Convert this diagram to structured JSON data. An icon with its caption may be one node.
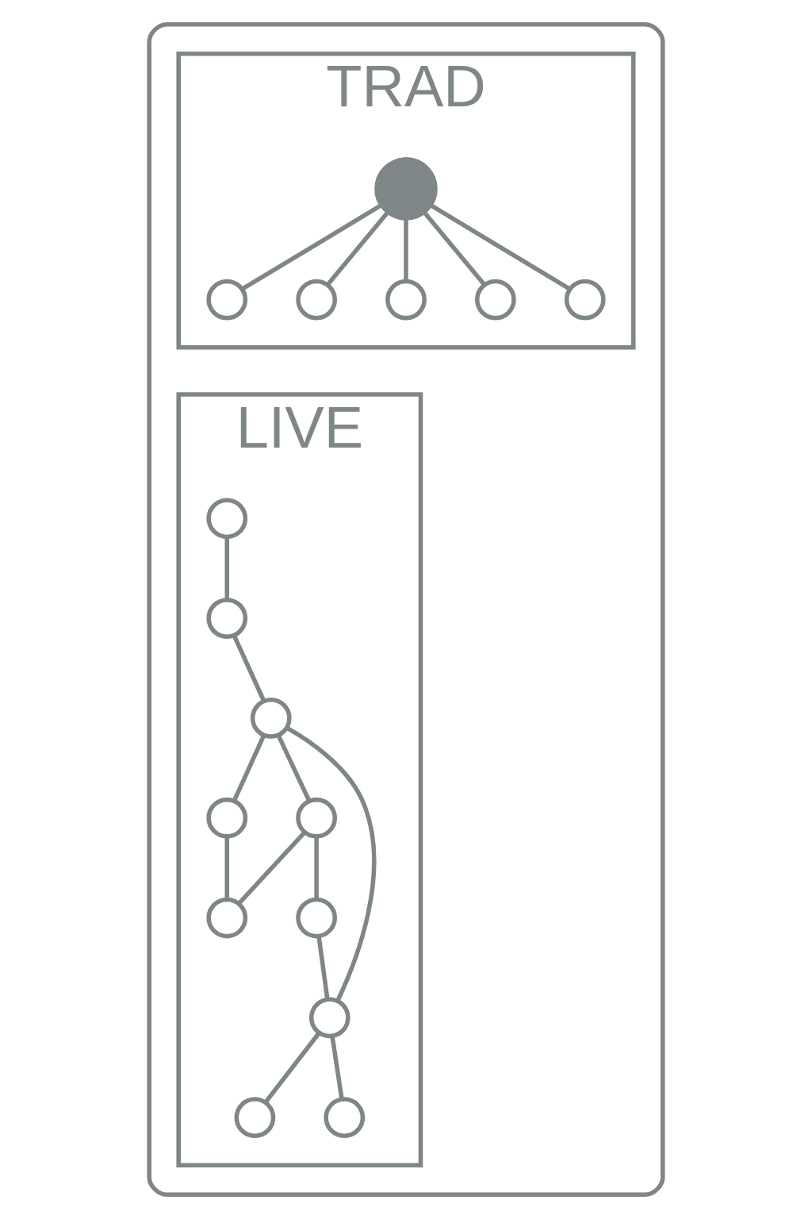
{
  "diagram": {
    "nodes": [
      {
        "text": [],
        "shape": "box"
      },
      {
        "text": [
          "TRAD"
        ],
        "in": 0
      },
      {
        "text": [
          "LIVE"
        ],
        "in": 0
      },
      {
        "text": [],
        "shape": "circle",
        "in": 1
      },
      {
        "text": [],
        "shape": "circle",
        "in": 1
      },
      {
        "text": [],
        "shape": "circle",
        "in": 1
      },
      {
        "text": [],
        "shape": "circle",
        "in": 1
      },
      {
        "text": [],
        "shape": "circle",
        "in": 1
      },
      {
        "text": [],
        "shape": "circle",
        "in": 1
      },
      {
        "text": [],
        "shape": "circle",
        "in": 2
      },
      {
        "text": [],
        "shape": "circle",
        "in": 2
      },
      {
        "text": [],
        "shape": "circle",
        "in": 2
      },
      {
        "text": [],
        "shape": "circle",
        "in": 2
      },
      {
        "text": [],
        "shape": "circle",
        "in": 2
      },
      {
        "text": [],
        "shape": "circle",
        "in": 2
      },
      {
        "text": [],
        "shape": "circle",
        "in": 2
      },
      {
        "text": [],
        "shape": "circle",
        "in": 2
      },
      {
        "text": [],
        "shape": "circle",
        "in": 2
      },
      {
        "text": [],
        "shape": "circle",
        "in": 2
      }
    ],
    "edges": [
      {
        "from": 8,
        "to": 3,
        "arrow": "none"
      },
      {
        "from": 8,
        "to": 4,
        "arrow": "none"
      },
      {
        "from": 8,
        "to": 5,
        "arrow": "none"
      },
      {
        "from": 8,
        "to": 6,
        "arrow": "none"
      },
      {
        "from": 8,
        "to": 7,
        "arrow": "none"
      },
      {
        "from": 9,
        "to": 10,
        "arrow": "none"
      },
      {
        "from": 10,
        "to": 11,
        "arrow": "none"
      },
      {
        "from": 11,
        "to": 13,
        "arrow": "none"
      },
      {
        "from": 13,
        "to": 17,
        "arrow": "none"
      },
      {
        "from": 13,
        "to": 14,
        "arrow": "none"
      },
      {
        "from": 11,
        "to": 16,
        "arrow": "none"
      },
      {
        "from": 11,
        "to": 12,
        "arrow": "none"
      },
      {
        "from": 12,
        "to": 14,
        "arrow": "none"
      },
      {
        "from": 17,
        "to": 16,
        "arrow": "none"
      },
      {
        "from": 16,
        "to": 18,
        "arrow": "none"
      },
      {
        "from": 16,
        "to": 15,
        "arrow": "none"
      }
    ]
  }
}
